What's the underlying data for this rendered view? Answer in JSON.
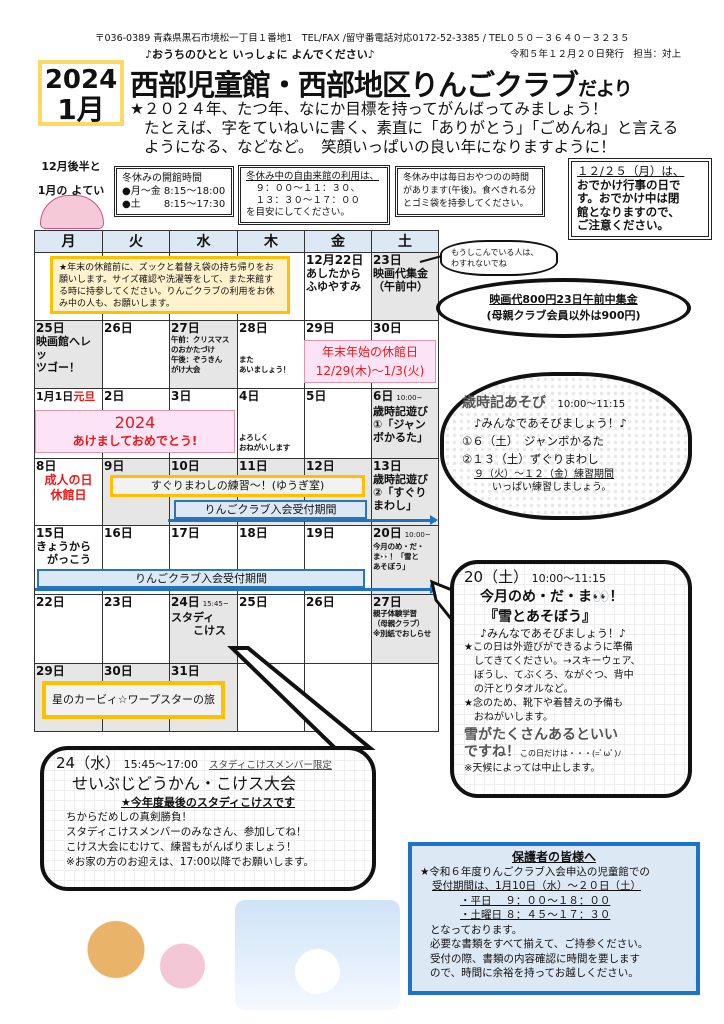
{
  "header": {
    "address": "〒036-0389 青森県黒石市境松一丁目１番地1　TEL/FAX /留守番電話対応0172-52-3385 / TEL０５０－３６４０－３２３５",
    "subtitle": "♪おうちのひとと いっしょに よんでください♪",
    "issue": "令和５年１２月２０日発行　担当：対上",
    "year": "2024",
    "month": "1月",
    "title": "西部児童館・西部地区りんごクラブ",
    "title_suffix": "だより"
  },
  "message": [
    "★２０２４年、たつ年、なにか目標を持ってがんばってみましょう！",
    "たとえば、字をていねいに書く、素直に「ありがとう」「ごめんね」と言える",
    "ようになる、などなど。　笑顔いっぱいの良い年になりますように！"
  ],
  "schedule_label": [
    "12月後半と",
    "1月の よてい"
  ],
  "info_boxes": [
    {
      "lines": [
        "冬休みの開館時間",
        "●月～金 8:15～18:00",
        "●土　　 8:15～17:30"
      ]
    },
    {
      "lines": [
        "冬休み中の自由来館の利用は、",
        "　９：００～１１：３０、",
        "　１３：３０～１７：００",
        "を目安にしてください。"
      ]
    },
    {
      "lines": [
        "冬休み中は毎日おやつのの時間",
        "があります(午後)。食べきれる分",
        "とゴミ袋を持参してください。"
      ]
    },
    {
      "lines": [
        "１２/２５（月）は、",
        "おでかけ行事の日で",
        "す。おでかけ中は閉",
        "館となりますので、",
        "ご注意ください。"
      ]
    }
  ],
  "calendar": {
    "weekdays": [
      "月",
      "火",
      "水",
      "木",
      "金",
      "土"
    ],
    "rows": [
      [
        null,
        null,
        null,
        null,
        {
          "d": "12月22日",
          "l": [
            "あしたから",
            "ふゆやすみ"
          ]
        },
        {
          "d": "23日",
          "l": [
            "映画代集金",
            "（午前中）"
          ],
          "g": 1
        }
      ],
      [
        {
          "d": "25日",
          "l": [
            "映画館へレッ",
            "ツゴー！"
          ],
          "g": 1
        },
        {
          "d": "26日"
        },
        {
          "d": "27日",
          "l": [
            "午前：クリスマス",
            "のおかたづけ",
            "午後：ぞうきん",
            "がけ大会"
          ],
          "g": 1,
          "s": 1
        },
        {
          "d": "28日",
          "l": [
            "",
            "",
            "また",
            "あいましょう！"
          ],
          "s": 1
        },
        {
          "d": "29日"
        },
        {
          "d": "30日"
        }
      ],
      [
        {
          "d": "1月1日",
          "r": "元旦"
        },
        {
          "d": "2日"
        },
        {
          "d": "3日"
        },
        {
          "d": "4日",
          "l": [
            "",
            "",
            "",
            "よろしく",
            "おねがいします"
          ],
          "s": 1
        },
        {
          "d": "5日"
        },
        {
          "d": "6日",
          "t": "10:00~",
          "l": [
            "歳時記遊び",
            "①「ジャン",
            "ボかるた」"
          ],
          "g": 1
        }
      ],
      [
        {
          "d": "8日",
          "l": [
            "成人の日",
            "休館日"
          ],
          "red": 1
        },
        {
          "d": "9日",
          "g": 1
        },
        {
          "d": "10日",
          "g": 1
        },
        {
          "d": "11日",
          "g": 1
        },
        {
          "d": "12日",
          "g": 1
        },
        {
          "d": "13日",
          "l": [
            "歳時記遊び",
            "②「すぐり",
            "まわし」"
          ],
          "g": 1
        }
      ],
      [
        {
          "d": "15日",
          "l": [
            "きょうから",
            "　がっこう"
          ]
        },
        {
          "d": "16日"
        },
        {
          "d": "17日"
        },
        {
          "d": "18日"
        },
        {
          "d": "19日"
        },
        {
          "d": "20日",
          "t": "10:00~",
          "l": [
            "今月のめ・だ・",
            "ま👀！「雪と",
            "あそぼう」"
          ],
          "g": 1,
          "s": 1
        }
      ],
      [
        {
          "d": "22日"
        },
        {
          "d": "23日"
        },
        {
          "d": "24日",
          "t": "15:45~",
          "l": [
            "スタディ",
            "　　こけス"
          ],
          "g": 1
        },
        {
          "d": "25日"
        },
        {
          "d": "26日"
        },
        {
          "d": "27日",
          "l": [
            "親子体験学習",
            "（母親クラブ）",
            "※別紙でおしらせ"
          ],
          "g": 1,
          "s": 1
        }
      ],
      [
        {
          "d": "29日",
          "g": 1
        },
        {
          "d": "30日",
          "g": 1
        },
        {
          "d": "31日",
          "g": 1
        },
        {
          "d": ""
        },
        {
          "d": ""
        },
        {
          "d": ""
        }
      ]
    ],
    "note": "★年末の休館前に、ズックと着替え袋の持ち帰りをお願いします。サイズ確認や洗濯等をして、また来館する時に持参してください。りんごクラブの利用をお休み中の人も、お願いします。",
    "closed_title": "年末年始の休館日",
    "closed_range": "12/29(木)～1/3(火)",
    "newyear_year": "2024",
    "newyear_msg": "あけましておめでとう!",
    "practice": "すぐりまわしの練習～！(ゆうぎ室)",
    "enroll": "りんごクラブ入会受付期間",
    "kirby": "星のカービィ☆ワープスターの旅"
  },
  "reminder": [
    "もうしこんでいる人は、",
    "わすれないでね"
  ],
  "movie_fee": [
    "映画代800円23日午前中集金",
    "(母親クラブ会員以外は900円)"
  ],
  "saijiki": {
    "title": "歳時記あそび",
    "time": "10:00～11:15",
    "lead": "♪みんなであそびましょう！♪",
    "items": [
      "①６（土）　ジャンボかるた",
      "②１３（土）ずぐりまわし"
    ],
    "practice": "９（火）～１２（金）練習期間",
    "practice2": "いっぱい練習しましょう。"
  },
  "event20": {
    "date": "20（土）",
    "time": "10:00～11:15",
    "title1": "今月のめ・だ・ま👀！",
    "title2": "『雪とあそぼう』",
    "lead": "♪みんなであそびましょう！♪",
    "lines": [
      "★この日は外遊びができるように準備",
      "　してきてください。→スキーウェア、",
      "　ぼうし、てぶくろ、ながぐつ、背中",
      "　の汗とりタオルなど。",
      "★念のため、靴下や着替えの予備も",
      "　おねがいします。"
    ],
    "hope1": "雪がたくさんあるといい",
    "hope2": "ですね！",
    "aside": "この日だけは・・・(=ﾟωﾟ)ﾉ",
    "cancel": "※天候によっては中止します。"
  },
  "event24": {
    "date": "24（水）",
    "time": "15:45～17:00",
    "limit": "スタディこけスメンバー限定",
    "title": "せいぶじどうかん・こけス大会",
    "sub": "★今年度最後のスタディこけスです",
    "lines": [
      "ちからだめしの真剣勝負！",
      "スタディこけスメンバーのみなさん、参加してね！",
      "こけス大会にむけて、練習もがんばりましょう！",
      "※お家の方のお迎えは、17:00以降でお願いします。"
    ]
  },
  "guardians": {
    "title": "保護者の皆様へ",
    "l1": "★令和６年度りんごクラブ入会申込の児童館での",
    "l2": "受付期間は、1月10日（水）～２０日（土）",
    "l3": "・平日　 ９：００～１８：００",
    "l4": "・土曜日 ８：４５～１７：３０",
    "rest": [
      "となっております。",
      "必要な書類をすべて揃えて、ご持参ください。",
      "受付の際、書類の内容確認に時間を要します",
      "ので、時間に余裕を持ってお越しください。"
    ]
  }
}
